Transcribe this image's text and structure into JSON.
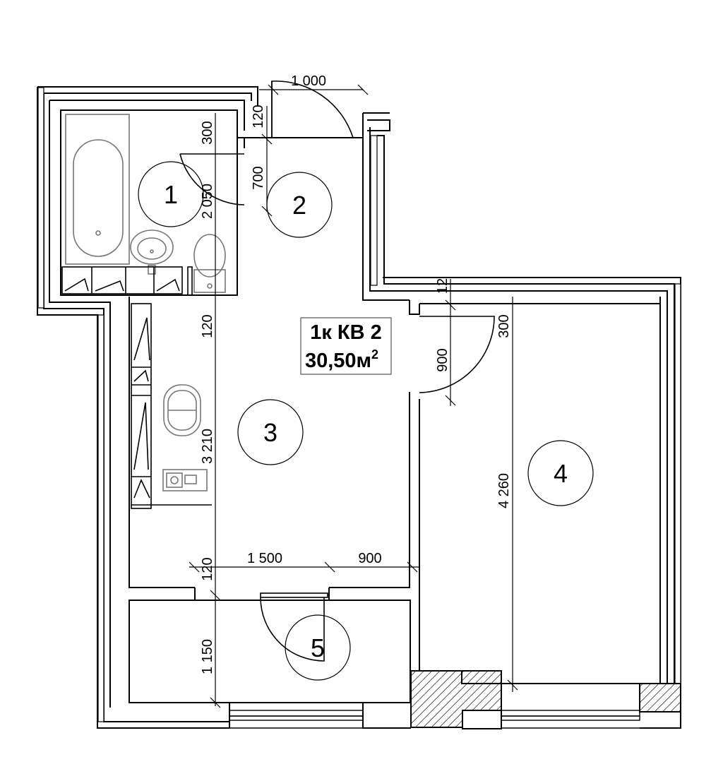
{
  "apartment": {
    "title": "1к КВ 2",
    "area_value": "30,50м",
    "area_superscript": "2"
  },
  "rooms": {
    "r1": "1",
    "r2": "2",
    "r3": "3",
    "r4": "4",
    "r5": "5"
  },
  "dimensions": {
    "entrance_door": "1 000",
    "entrance_wall": "120",
    "corridor_top": "300",
    "bath_door": "700",
    "bath_depth": "2 050",
    "kitchen_wall": "120",
    "kitchen_depth": "3 210",
    "room_wall": "12",
    "room_top": "300",
    "room_door": "900",
    "room_depth": "4 260",
    "balcony_wall": "120",
    "balcony_door_left": "1 500",
    "balcony_door_right": "900",
    "balcony_depth": "1 150"
  }
}
